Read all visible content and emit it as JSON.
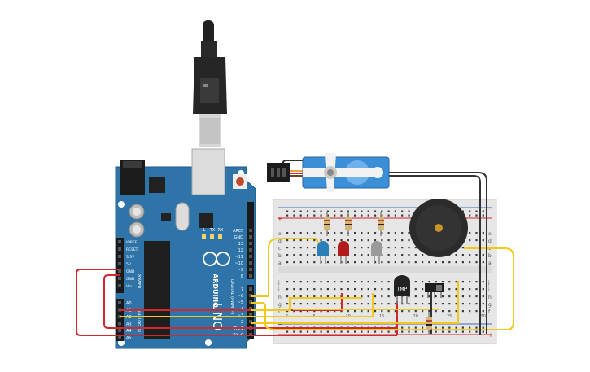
{
  "arduino": {
    "brand": "ARDUINO",
    "model": "UNO",
    "led_labels": {
      "l": "L",
      "tx": "TX",
      "rx": "RX",
      "on": "ON"
    },
    "power_header": [
      "IOREF",
      "RESET",
      "3.3V",
      "5V",
      "GND",
      "GND",
      "Vin"
    ],
    "power_title": "POWER",
    "analog_header": [
      "A0",
      "A1",
      "A2",
      "A3",
      "A4",
      "A5"
    ],
    "analog_title": "ANALOG IN",
    "digital_top": [
      "AREF",
      "GND",
      "13",
      "12",
      "~11",
      "~10",
      "~9",
      "8"
    ],
    "digital_bottom": [
      "7",
      "~6",
      "~5",
      "4",
      "~3",
      "2",
      "TX▸1",
      "RX◂0"
    ],
    "digital_title": "DIGITAL (PWM ~)"
  },
  "breadboard": {
    "row_letters_top": [
      "a",
      "b",
      "c",
      "d",
      "e"
    ],
    "row_letters_bottom": [
      "f",
      "g",
      "h",
      "i",
      "j"
    ],
    "column_numbers": [
      "1",
      "5",
      "10",
      "15",
      "20",
      "25",
      "30"
    ],
    "rail_plus": "+",
    "rail_minus": "−"
  },
  "sensor_label": "TMP",
  "colors": {
    "board": "#2e74a8",
    "board_dark": "#1f5a86",
    "wire_red": "#d0282c",
    "wire_yellow": "#f2c81a",
    "wire_black": "#333333",
    "servo": "#3b8fd6",
    "breadboard": "#e8e8e8",
    "led_blue": "#2a7fb8",
    "led_red": "#b31c1c",
    "led_gray": "#9a9a9a",
    "buzzer": "#2b2b2b"
  },
  "icons": [
    "usb-cable-icon",
    "servo-motor-icon",
    "piezo-buzzer-icon",
    "temperature-sensor-icon",
    "slide-switch-icon"
  ]
}
